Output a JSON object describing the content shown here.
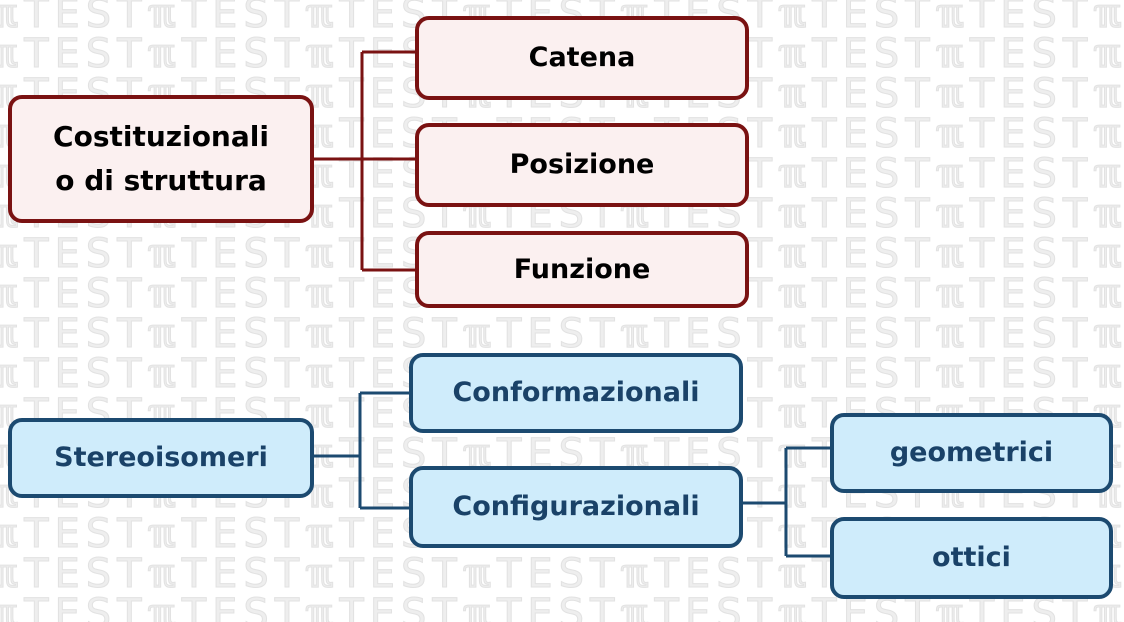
{
  "watermark": {
    "text": "ℼTEST"
  },
  "colors": {
    "structural_border": "#7a1212",
    "structural_fill": "#fbf0f0",
    "stereo_border": "#1c4a70",
    "stereo_fill": "#cfecfb",
    "stereo_text": "#1a4268"
  },
  "diagram": {
    "structural": {
      "root_line1": "Costituzionali",
      "root_line2": "o di struttura",
      "children": [
        "Catena",
        "Posizione",
        "Funzione"
      ]
    },
    "stereo": {
      "root": "Stereoisomeri",
      "children": [
        "Conformazionali",
        "Configurazionali"
      ],
      "config_children": [
        "geometrici",
        "ottici"
      ]
    }
  }
}
